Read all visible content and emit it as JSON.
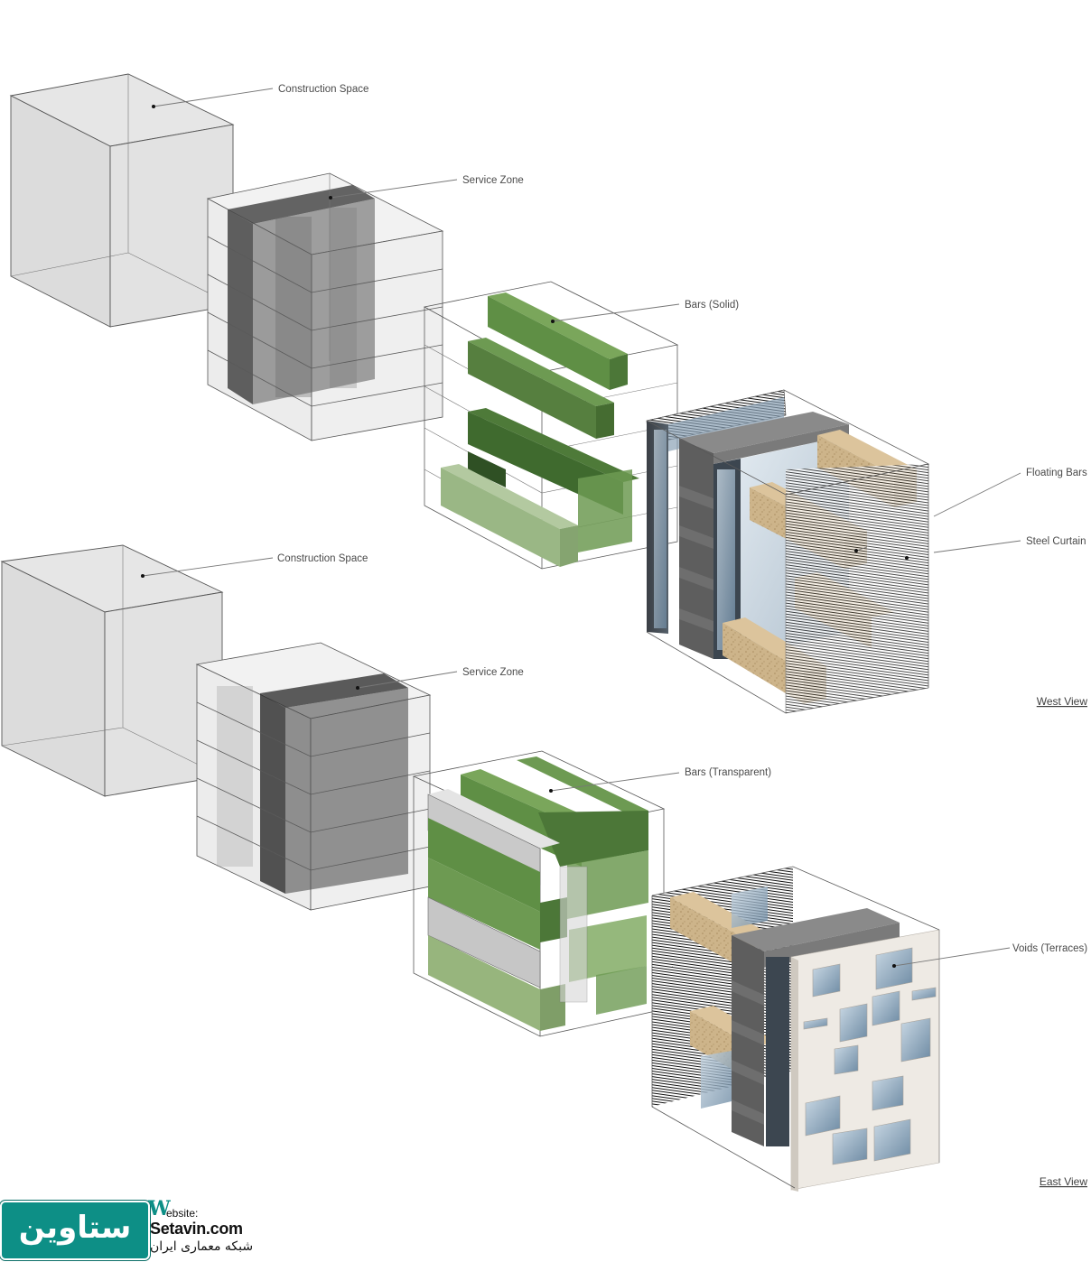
{
  "labels": {
    "construction_space_top": "Construction Space",
    "service_zone_top": "Service Zone",
    "bars_solid": "Bars (Solid)",
    "floating_bars": "Floating Bars",
    "steel_curtain": "Steel Curtain",
    "construction_space_bottom": "Construction Space",
    "service_zone_bottom": "Service Zone",
    "bars_transparent": "Bars (Transparent)",
    "voids_terraces": "Voids (Terraces)"
  },
  "views": {
    "west": "West View",
    "east": "East View"
  },
  "watermark": {
    "logo_text": "ستاوین",
    "website_label": "ebsite:",
    "website_initial": "W",
    "url": "Setavin.com",
    "tagline": "شبکه معماری ایران"
  },
  "colors": {
    "green_solid": "#5f8f45",
    "green_light": "#97b57d",
    "wood": "#cdb48a",
    "concrete": "#6f6f6f",
    "glass": "#9fb8cc",
    "brand_teal": "#0d8f86"
  }
}
